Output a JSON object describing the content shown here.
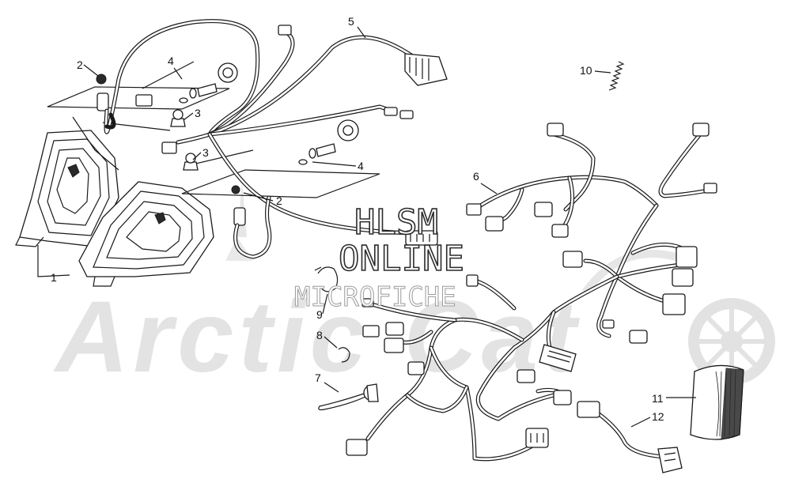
{
  "watermark": {
    "brand": "Arctic Cat",
    "line1": "HLSM",
    "line2": "ONLINE",
    "line3": "MICROFICHE"
  },
  "callouts": {
    "c1": "1",
    "c2a": "2",
    "c2b": "2",
    "c3a": "3",
    "c3b": "3",
    "c4a": "4",
    "c4b": "4",
    "c5": "5",
    "c6": "6",
    "c7": "7",
    "c8": "8",
    "c9": "9",
    "c10": "10",
    "c11": "11",
    "c12": "12"
  }
}
